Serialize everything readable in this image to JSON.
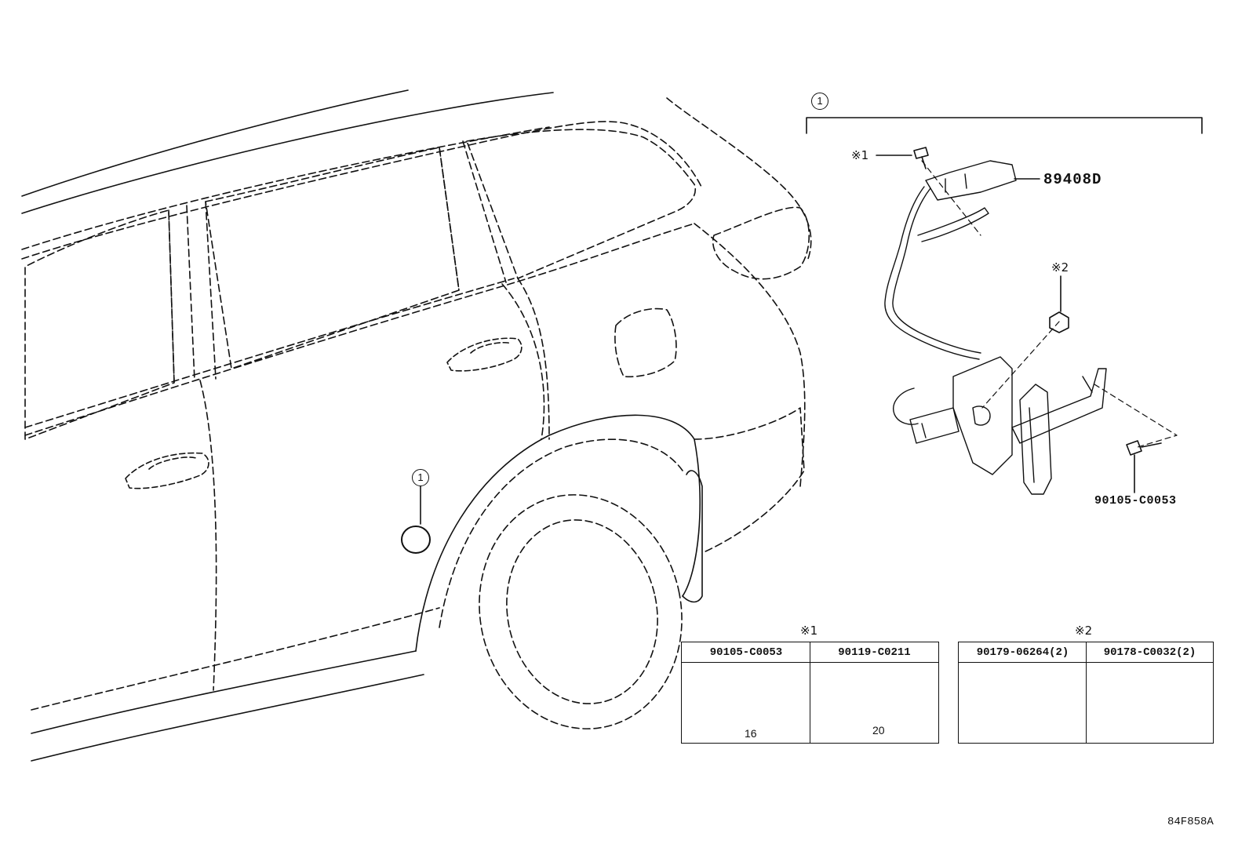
{
  "callout_ref": "1",
  "assembly_ref": "1",
  "parts": {
    "sensor_part": "89408D",
    "bolt_part": "90105-C0053"
  },
  "notes": {
    "note1_marker": "※1",
    "note2_marker": "※2"
  },
  "table1": {
    "marker": "※1",
    "col1_part": "90105-C0053",
    "col1_length": "16",
    "col2_part": "90119-C0211",
    "col2_length": "20"
  },
  "table2": {
    "marker": "※2",
    "col1_part": "90179-06264(2)",
    "col2_part": "90178-C0032(2)"
  },
  "figure_id": "84F858A"
}
